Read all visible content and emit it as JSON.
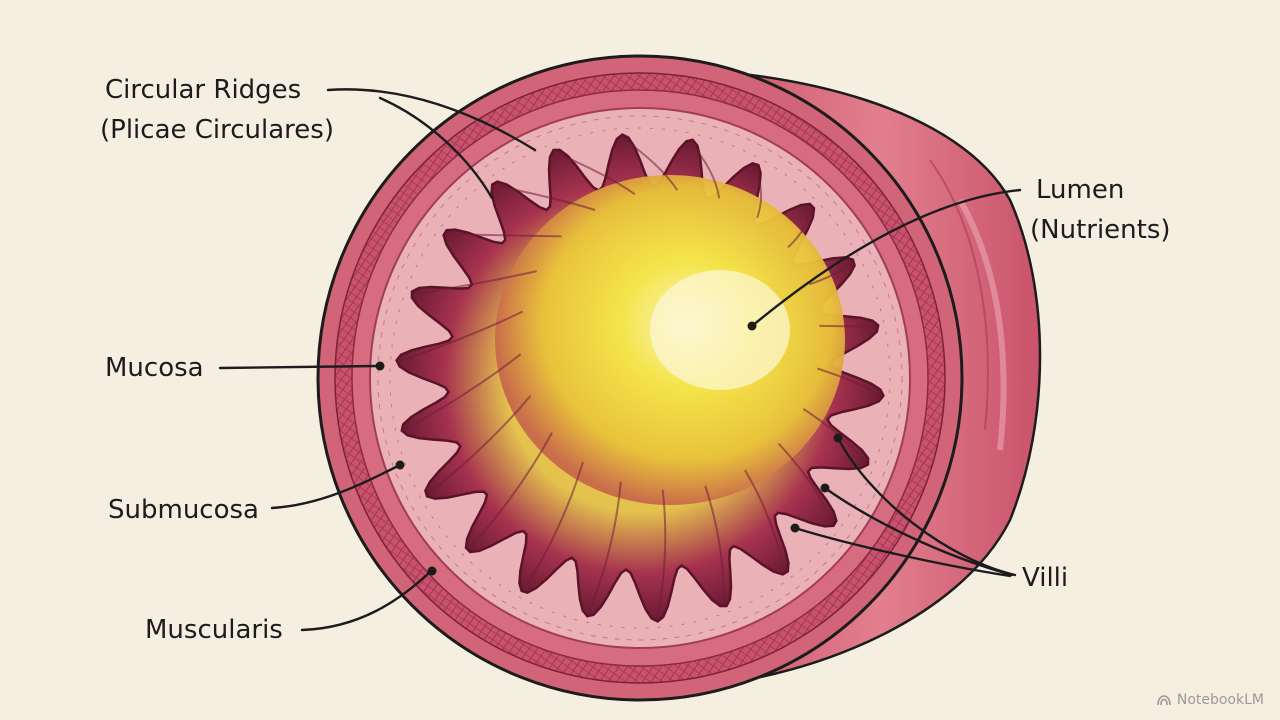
{
  "labels": {
    "circular_ridges": "Circular Ridges",
    "plicae": "(Plicae Circulares)",
    "lumen": "Lumen",
    "nutrients": "(Nutrients)",
    "mucosa": "Mucosa",
    "submucosa": "Submucosa",
    "muscularis": "Muscularis",
    "villi": "Villi"
  },
  "watermark": {
    "text": "NotebookLM",
    "icon": "notebooklm-logo-icon"
  },
  "colors": {
    "background": "#f5efe2",
    "muscle": "#c94f6a",
    "submucosa": "#e8a3ad",
    "mucosa": "#b2395a",
    "lumen": "#f3e13a",
    "ink": "#1c1c1c"
  }
}
